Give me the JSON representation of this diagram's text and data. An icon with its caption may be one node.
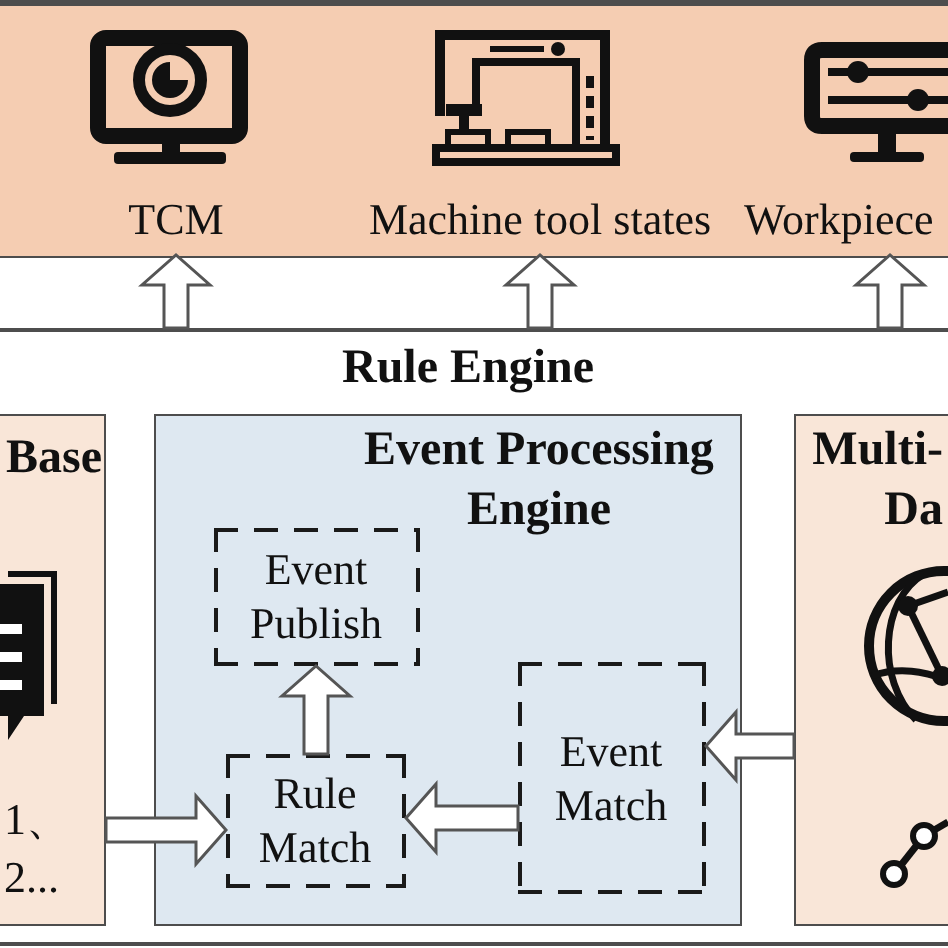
{
  "diagram": {
    "nodes": [
      {
        "text": [],
        "shape": "box"
      },
      {
        "text": [
          "TCM"
        ],
        "in": 0
      },
      {
        "text": [
          "Machine tool states"
        ],
        "in": 0
      },
      {
        "text": [
          "Workpiece"
        ],
        "in": 0
      },
      {
        "text": [
          "Rule Engine"
        ]
      },
      {
        "text": [
          "Base",
          "1、 2..."
        ],
        "in": 4
      },
      {
        "text": [
          "Event Processing Engine"
        ],
        "in": 4
      },
      {
        "text": [
          "Event Publish"
        ],
        "in": 6
      },
      {
        "text": [
          "Rule Match"
        ],
        "in": 6
      },
      {
        "text": [
          "Event Match"
        ],
        "in": 6
      },
      {
        "text": [
          "Multi- Da"
        ],
        "in": 4
      }
    ],
    "edges": [
      {
        "from": 4,
        "to": 1,
        "arrow": "to"
      },
      {
        "from": 4,
        "to": 2,
        "arrow": "to"
      },
      {
        "from": 4,
        "to": 3,
        "arrow": "to"
      },
      {
        "from": 5,
        "to": 8,
        "arrow": "to"
      },
      {
        "from": 9,
        "to": 8,
        "arrow": "to"
      },
      {
        "from": 8,
        "to": 7,
        "arrow": "to"
      },
      {
        "from": 10,
        "to": 9,
        "arrow": "to"
      }
    ]
  }
}
